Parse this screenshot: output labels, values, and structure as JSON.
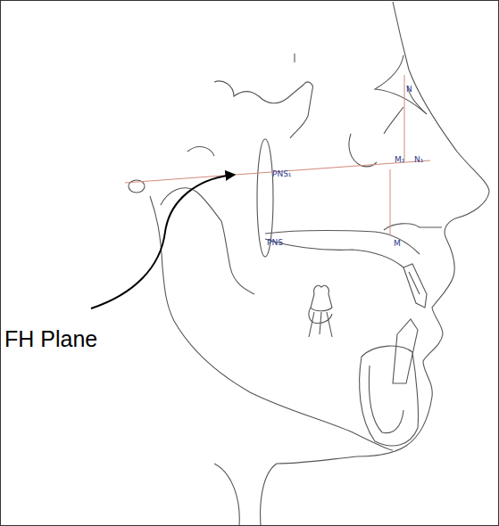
{
  "diagram": {
    "labels": [
      "N",
      "M₁",
      "N₁",
      "PNS₁",
      "PNS",
      "M",
      "FH Plane"
    ]
  }
}
